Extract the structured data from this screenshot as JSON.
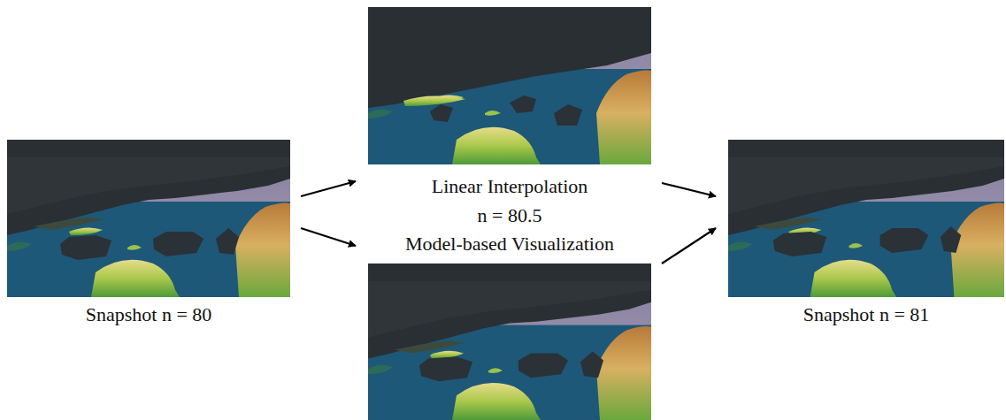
{
  "diagram": {
    "nodes": [
      {
        "text": [
          "Snapshot n = 80"
        ]
      },
      {
        "text": [
          "Linear Interpolation"
        ]
      },
      {
        "text": [
          "Model-based Visualization"
        ]
      },
      {
        "text": [
          "Snapshot n = 81"
        ]
      }
    ],
    "edges": [
      {
        "from": 0,
        "to": 1,
        "arrow": "to"
      },
      {
        "from": 0,
        "to": 2,
        "arrow": "to"
      },
      {
        "from": 1,
        "to": 3,
        "arrow": "to"
      },
      {
        "from": 2,
        "to": 3,
        "arrow": "to"
      }
    ],
    "labels": [
      "n = 80.5"
    ]
  }
}
